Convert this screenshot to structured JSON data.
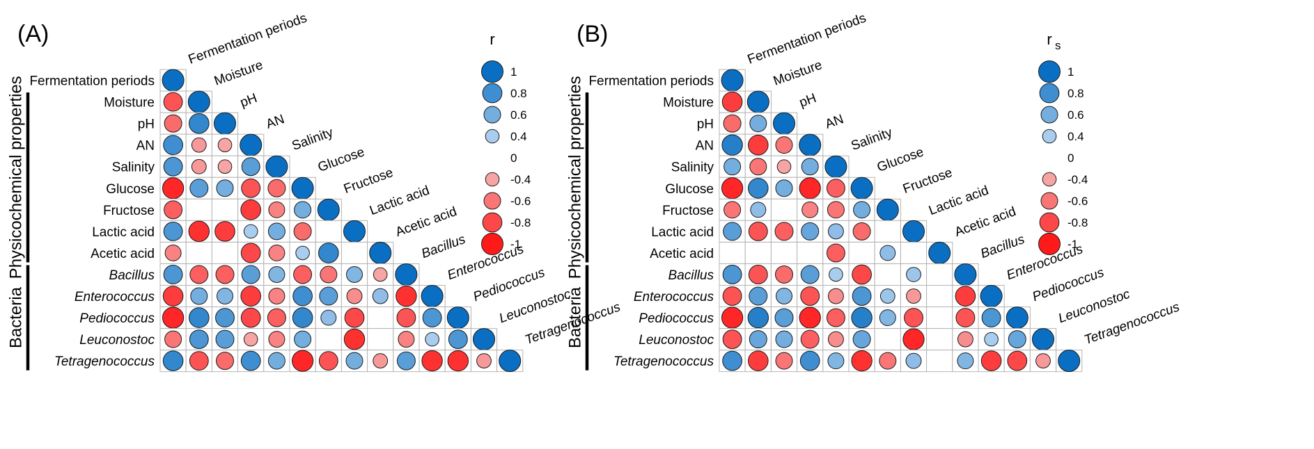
{
  "variables": [
    {
      "label": "Fermentation periods",
      "italic": false
    },
    {
      "label": "Moisture",
      "italic": false
    },
    {
      "label": "pH",
      "italic": false
    },
    {
      "label": "AN",
      "italic": false
    },
    {
      "label": "Salinity",
      "italic": false
    },
    {
      "label": "Glucose",
      "italic": false
    },
    {
      "label": "Fructose",
      "italic": false
    },
    {
      "label": "Lactic acid",
      "italic": false
    },
    {
      "label": "Acetic acid",
      "italic": false
    },
    {
      "label": "Bacillus",
      "italic": true
    },
    {
      "label": "Enterococcus",
      "italic": true
    },
    {
      "label": "Pediococcus",
      "italic": true
    },
    {
      "label": "Leuconostoc",
      "italic": true
    },
    {
      "label": "Tetragenococcus",
      "italic": true
    }
  ],
  "groups": [
    {
      "label": "Physicochemical properties",
      "from": 1,
      "to": 8
    },
    {
      "label": "Bacteria",
      "from": 9,
      "to": 13
    }
  ],
  "colors": {
    "positive": "#0a6fc2",
    "negative": "#ff1a1a",
    "light_positive": "#a9cdee",
    "light_negative": "#f7a4a4"
  },
  "chart_data": [
    {
      "type": "heatmap",
      "panel": "(A)",
      "legend_title": "r",
      "legend_values": [
        1,
        0.8,
        0.6,
        0.4,
        0,
        -0.4,
        -0.6,
        -0.8,
        -1
      ],
      "legend_labels": [
        "1",
        "0.8",
        "0.6",
        "0.4",
        "0",
        "-0.4",
        "-0.6",
        "-0.8",
        "-1"
      ],
      "matrix": [
        [
          1
        ],
        [
          -0.75,
          1
        ],
        [
          -0.65,
          0.85,
          1
        ],
        [
          0.8,
          -0.45,
          -0.4,
          1
        ],
        [
          0.75,
          -0.45,
          -0.4,
          0.7,
          1
        ],
        [
          -0.95,
          0.7,
          0.6,
          -0.75,
          -0.65,
          1
        ],
        [
          -0.7,
          null,
          null,
          -0.85,
          -0.55,
          0.6,
          1
        ],
        [
          0.75,
          -0.9,
          -0.85,
          0.4,
          0.6,
          -0.65,
          null,
          1
        ],
        [
          -0.55,
          null,
          null,
          -0.8,
          -0.55,
          0.4,
          0.85,
          null,
          1
        ],
        [
          0.75,
          -0.7,
          -0.7,
          0.7,
          0.55,
          -0.7,
          -0.6,
          0.55,
          -0.4,
          1
        ],
        [
          -0.85,
          0.6,
          0.55,
          -0.85,
          -0.55,
          0.8,
          0.7,
          -0.5,
          0.5,
          -0.9,
          1
        ],
        [
          -0.95,
          0.85,
          0.75,
          -0.8,
          -0.7,
          0.85,
          0.5,
          -0.8,
          null,
          -0.75,
          0.75,
          1
        ],
        [
          -0.6,
          0.75,
          0.7,
          -0.4,
          -0.55,
          0.6,
          null,
          -0.9,
          null,
          -0.55,
          0.4,
          0.75,
          1
        ],
        [
          0.85,
          -0.75,
          -0.65,
          0.8,
          0.6,
          -0.95,
          -0.75,
          0.6,
          -0.45,
          0.7,
          -0.9,
          -0.9,
          -0.45,
          1
        ]
      ]
    },
    {
      "type": "heatmap",
      "panel": "(B)",
      "legend_title": "r",
      "legend_title_sub": "s",
      "legend_values": [
        1,
        0.8,
        0.6,
        0.4,
        0,
        -0.4,
        -0.6,
        -0.8,
        -1
      ],
      "legend_labels": [
        "1",
        "0.8",
        "0.6",
        "0.4",
        "0",
        "-0.4",
        "-0.6",
        "-0.8",
        "-1"
      ],
      "matrix": [
        [
          1
        ],
        [
          -0.85,
          1
        ],
        [
          -0.65,
          0.6,
          1
        ],
        [
          0.9,
          -0.85,
          -0.6,
          1
        ],
        [
          0.6,
          -0.6,
          -0.4,
          0.6,
          1
        ],
        [
          -0.95,
          0.85,
          0.6,
          -0.95,
          -0.7,
          1
        ],
        [
          -0.6,
          0.5,
          null,
          -0.55,
          -0.6,
          0.6,
          1
        ],
        [
          0.7,
          -0.75,
          -0.7,
          0.65,
          0.5,
          -0.65,
          null,
          1
        ],
        [
          null,
          null,
          null,
          null,
          -0.7,
          null,
          0.5,
          null,
          1
        ],
        [
          0.75,
          -0.75,
          -0.65,
          0.7,
          0.4,
          -0.8,
          null,
          0.45,
          null,
          1
        ],
        [
          -0.75,
          0.7,
          0.55,
          -0.75,
          -0.5,
          0.75,
          0.45,
          -0.45,
          null,
          -0.85,
          1
        ],
        [
          -0.95,
          0.9,
          0.7,
          -0.95,
          -0.7,
          0.9,
          0.55,
          -0.75,
          null,
          -0.75,
          0.75,
          1
        ],
        [
          -0.75,
          0.65,
          0.6,
          -0.7,
          -0.5,
          0.65,
          null,
          -0.95,
          null,
          -0.5,
          0.4,
          0.65,
          1
        ],
        [
          0.8,
          -0.85,
          -0.6,
          0.8,
          0.55,
          -0.9,
          -0.6,
          0.5,
          null,
          0.55,
          -0.85,
          -0.8,
          -0.45,
          1
        ]
      ]
    }
  ]
}
